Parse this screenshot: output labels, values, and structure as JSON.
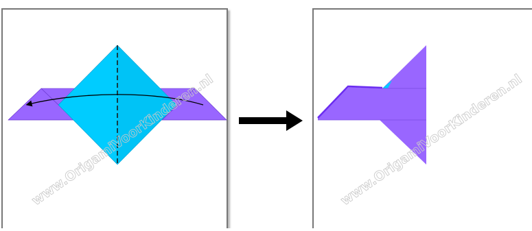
{
  "watermark": "www.OrigamiVoorKinderen.nl",
  "colors": {
    "paper_back": "#9966ff",
    "paper_back_dark": "#7a3cff",
    "paper_front": "#00ccff",
    "paper_front_shade": "#00bbee",
    "crease_line": "#1a1a1a",
    "arrow": "#000000",
    "frame_border": "#777777"
  },
  "steps": [
    {
      "label": "fold-step-before",
      "instruction_icon": "valley-fold-arrow-icon"
    },
    {
      "label": "fold-step-after",
      "instruction_icon": "folded-model-icon"
    }
  ],
  "transition_icon": "right-arrow-icon"
}
